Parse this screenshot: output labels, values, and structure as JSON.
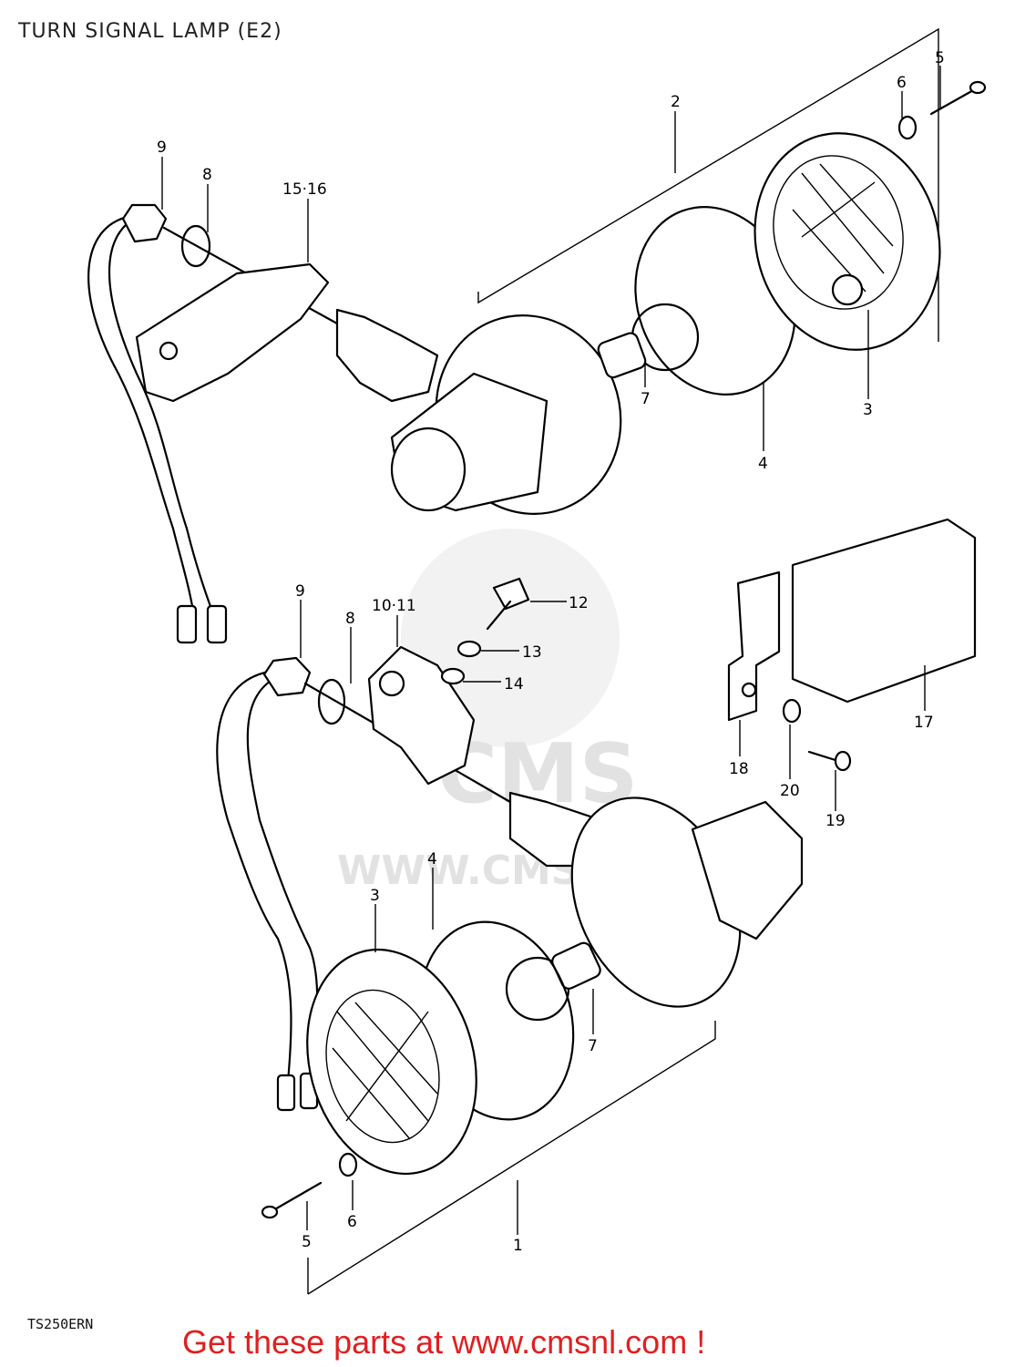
{
  "title": "TURN SIGNAL LAMP (E2)",
  "model_code": "TS250ERN",
  "promo_text": "Get these parts at www.cmsnl.com !",
  "watermark": {
    "brand": "CMS",
    "url": "WWW.CMSNL.COM"
  },
  "colors": {
    "promo": "#e02020",
    "line": "#000000",
    "watermark": "#e2e2e2"
  },
  "callouts": {
    "upper_2": "2",
    "upper_5": "5",
    "upper_6": "6",
    "upper_9": "9",
    "upper_8": "8",
    "upper_15_16": "15·16",
    "upper_7": "7",
    "upper_4": "4",
    "upper_3": "3",
    "lower_9": "9",
    "lower_8": "8",
    "lower_10_11": "10·11",
    "lower_12": "12",
    "lower_13": "13",
    "lower_14": "14",
    "lower_17": "17",
    "lower_18": "18",
    "lower_20": "20",
    "lower_19": "19",
    "lower_4": "4",
    "lower_3": "3",
    "lower_7": "7",
    "lower_1": "1",
    "lower_6": "6",
    "lower_5": "5"
  }
}
